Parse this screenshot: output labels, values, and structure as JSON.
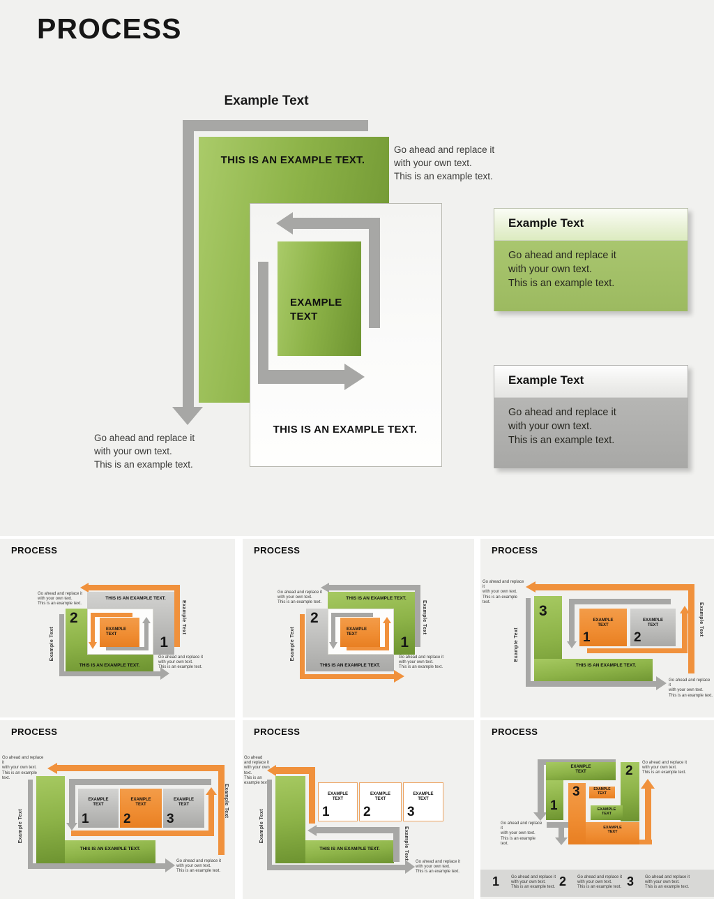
{
  "page": {
    "title": "PROCESS",
    "background": "#f1f1ef"
  },
  "colors": {
    "green_dark": "#6d9330",
    "green_light": "#aacb69",
    "orange": "#f0913c",
    "gray_arrow": "#a7a7a5",
    "gray_box": "#bcbcba",
    "legend_strip": "#d8d8d6"
  },
  "shared": {
    "side_label": "Example Text",
    "box_label": "THIS IS AN EXAMPLE TEXT.",
    "example": {
      "l1": "EXAMPLE",
      "l2": "TEXT"
    },
    "note": {
      "l1": "Go ahead and replace it",
      "l2": "with your own text.",
      "l3": "This is an example text."
    },
    "note_narrow": {
      "l1": "Go ahead",
      "l2": "and replace it",
      "l3": "with your own",
      "l4": "text.",
      "l5": "This is an",
      "l6": "example text."
    }
  },
  "main": {
    "heading": "Example Text",
    "callouts": [
      {
        "title": "Example Text",
        "style": "green"
      },
      {
        "title": "Example Text",
        "style": "gray"
      }
    ]
  },
  "thumbnails": [
    {
      "title": "PROCESS",
      "nums": {
        "n1": "1",
        "n2": "2"
      }
    },
    {
      "title": "PROCESS",
      "nums": {
        "n1": "1",
        "n2": "2"
      }
    },
    {
      "title": "PROCESS",
      "nums": {
        "n1": "1",
        "n2": "2",
        "n3": "3"
      }
    },
    {
      "title": "PROCESS",
      "nums": {
        "n1": "1",
        "n2": "2",
        "n3": "3"
      }
    },
    {
      "title": "PROCESS",
      "nums": {
        "n1": "1",
        "n2": "2",
        "n3": "3"
      }
    },
    {
      "title": "PROCESS",
      "nums": {
        "n1": "1",
        "n2": "2",
        "n3": "3"
      },
      "legend": [
        {
          "num": "1"
        },
        {
          "num": "2"
        },
        {
          "num": "3"
        }
      ]
    }
  ]
}
